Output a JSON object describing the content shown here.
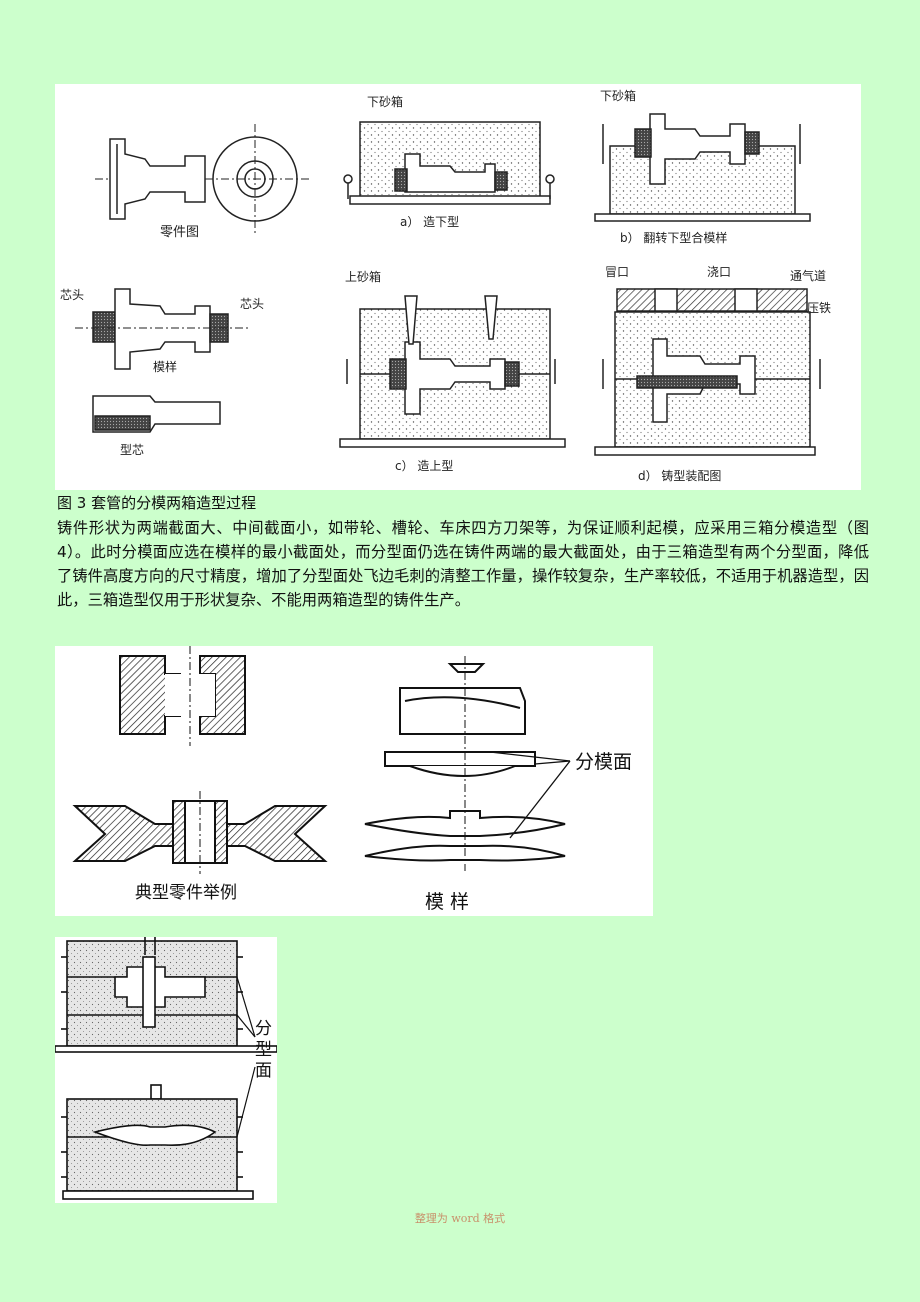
{
  "figure3": {
    "labels": {
      "part_drawing": "零件图",
      "a_lower_flask": "下砂箱",
      "a_caption": "a） 造下型",
      "b_lower_flask": "下砂箱",
      "b_caption": "b） 翻转下型合模样",
      "core_head_left": "芯头",
      "core_head_right": "芯头",
      "pattern": "模样",
      "core": "型芯",
      "c_upper_flask": "上砂箱",
      "c_caption": "c） 造上型",
      "riser": "冒口",
      "sprue": "浇口",
      "vent": "通气道",
      "press_iron": "压铁",
      "d_caption": "d） 铸型装配图"
    }
  },
  "caption": "图 3  套管的分模两箱造型过程",
  "paragraph": "铸件形状为两端截面大、中间截面小，如带轮、槽轮、车床四方刀架等，为保证顺利起模，应采用三箱分模造型（图 4）。此时分模面应选在模样的最小截面处，而分型面仍选在铸件两端的最大截面处，由于三箱造型有两个分型面，降低了铸件高度方向的尺寸精度，增加了分型面处飞边毛刺的清整工作量，操作较复杂，生产率较低，不适用于机器造型，因此，三箱造型仅用于形状复杂、不能用两箱造型的铸件生产。",
  "figure4": {
    "typical_parts": "典型零件举例",
    "pattern": "模  样",
    "parting_mold_surface": "分模面",
    "parting_surface": "分型面"
  },
  "footer": "整理为 word 格式"
}
